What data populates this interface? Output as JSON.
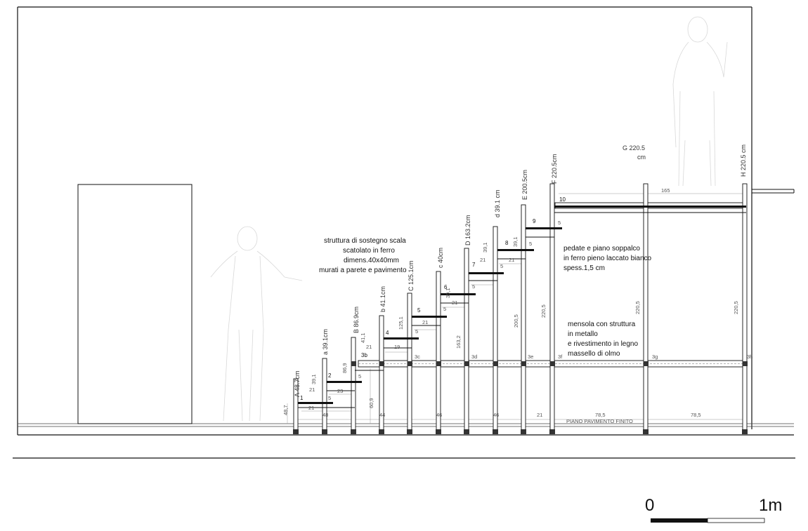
{
  "annotations": {
    "structure": [
      "struttura di sostegno scala",
      "scatolato in ferro",
      "dimens.40x40mm",
      "murati a parete e pavimento"
    ],
    "treads": [
      "pedate e piano soppalco",
      "in ferro pieno laccato bianco",
      "spess.1,5 cm"
    ],
    "shelf": [
      "mensola con struttura",
      "in metallo",
      "e rivestimento in legno",
      "massello di olmo"
    ],
    "floor": "PIANO PAVIMENTO FINITO"
  },
  "post_labels": {
    "A": "A  48.7cm",
    "a": "a  39.1cm",
    "B": "B  86.9cm",
    "b": "b  41.1cm",
    "C": "C  125.1cm",
    "c": "c  40cm",
    "D": "D  163.2cm",
    "d": "d  39.1 cm",
    "E": "E  200.5cm",
    "F": "F  220.5cm",
    "G": [
      "G 220.5",
      "cm"
    ],
    "H": "H  220.5 cm"
  },
  "step_numbers": [
    "1",
    "2",
    "3b",
    "4",
    "5",
    "6",
    "7",
    "8",
    "9",
    "10"
  ],
  "shelf_codes": [
    "3c",
    "3d",
    "3e",
    "3f",
    "3g",
    "3h"
  ],
  "dimensions": {
    "bottom": [
      "48",
      "44",
      "46",
      "46",
      "21",
      "78,5",
      "78,5"
    ],
    "top": "165",
    "verticals": [
      "48,7",
      "60,9",
      "86,9",
      "125,1",
      "163,2",
      "200,5",
      "220,5",
      "220,5",
      "220,5"
    ],
    "risers": [
      "39,1",
      "41,1",
      "39,1",
      "39,1",
      "39,1"
    ],
    "treads": [
      "21",
      "23",
      "21",
      "19",
      "21",
      "21",
      "21",
      "21",
      "21"
    ],
    "small": "5"
  },
  "scale_bar": {
    "start": "0",
    "end": "1m"
  }
}
